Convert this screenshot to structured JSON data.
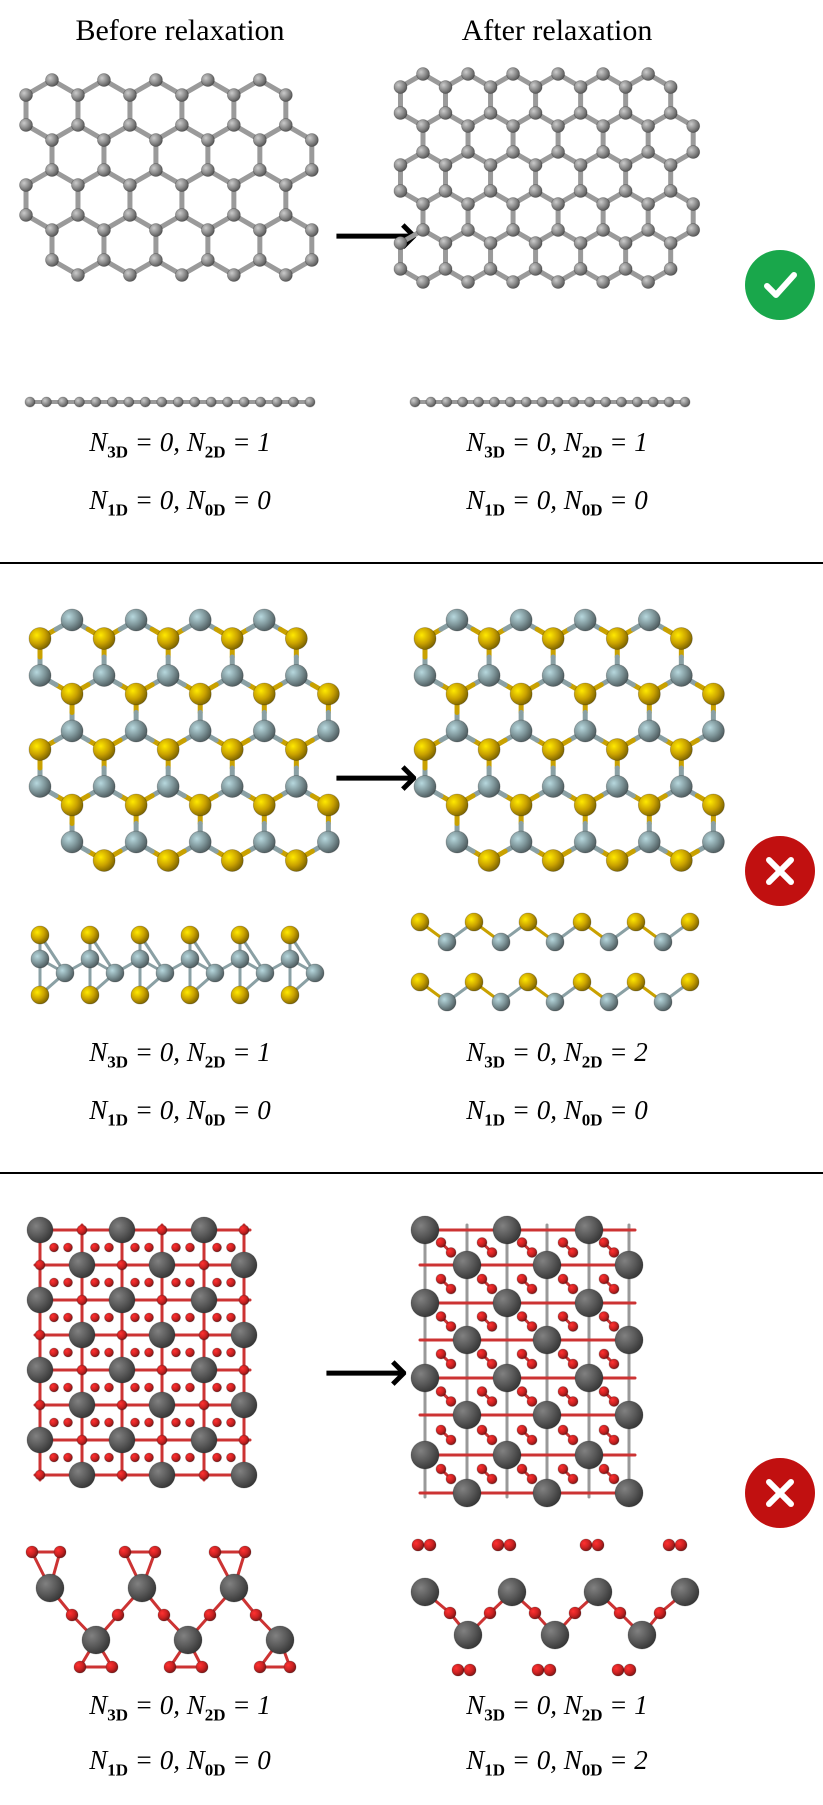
{
  "headers": {
    "before": "Before relaxation",
    "after": "After relaxation"
  },
  "colors": {
    "carbon": "#8c8c8c",
    "metal_gray": "#7e9599",
    "sulfur": "#c9a100",
    "metal_dark": "#595959",
    "oxygen": "#cc2222",
    "check": "#19a74b",
    "cross": "#c11010"
  },
  "panels": [
    {
      "status": "success",
      "status_icon": "check-icon",
      "before": {
        "line1": [
          "N",
          "3D",
          " = 0, ",
          "N",
          "2D",
          " = 1"
        ],
        "line2": [
          "N",
          "1D",
          " = 0, ",
          "N",
          "0D",
          " = 0"
        ]
      },
      "after": {
        "line1": [
          "N",
          "3D",
          " = 0, ",
          "N",
          "2D",
          " = 1"
        ],
        "line2": [
          "N",
          "1D",
          " = 0, ",
          "N",
          "0D",
          " = 0"
        ]
      }
    },
    {
      "status": "failure",
      "status_icon": "cross-icon",
      "before": {
        "line1": [
          "N",
          "3D",
          " = 0, ",
          "N",
          "2D",
          " = 1"
        ],
        "line2": [
          "N",
          "1D",
          " = 0, ",
          "N",
          "0D",
          " = 0"
        ]
      },
      "after": {
        "line1": [
          "N",
          "3D",
          " = 0, ",
          "N",
          "2D",
          " = 2"
        ],
        "line2": [
          "N",
          "1D",
          " = 0, ",
          "N",
          "0D",
          " = 0"
        ]
      }
    },
    {
      "status": "failure",
      "status_icon": "cross-icon",
      "before": {
        "line1": [
          "N",
          "3D",
          " = 0, ",
          "N",
          "2D",
          " = 1"
        ],
        "line2": [
          "N",
          "1D",
          " = 0, ",
          "N",
          "0D",
          " = 0"
        ]
      },
      "after": {
        "line1": [
          "N",
          "3D",
          " = 0, ",
          "N",
          "2D",
          " = 1"
        ],
        "line2": [
          "N",
          "1D",
          " = 0, ",
          "N",
          "0D",
          " = 2"
        ]
      }
    }
  ]
}
